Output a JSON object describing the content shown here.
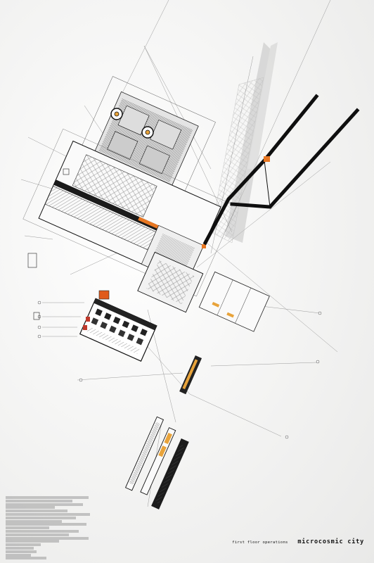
{
  "drawing": {
    "title": "microcosmic city",
    "subtitle": "first floor operations"
  },
  "colors": {
    "ink": "#151515",
    "line": "#8a8a8a",
    "accent": "#e87722",
    "paper": "#f4f4f3"
  },
  "legend": {
    "entry_count": 22
  }
}
